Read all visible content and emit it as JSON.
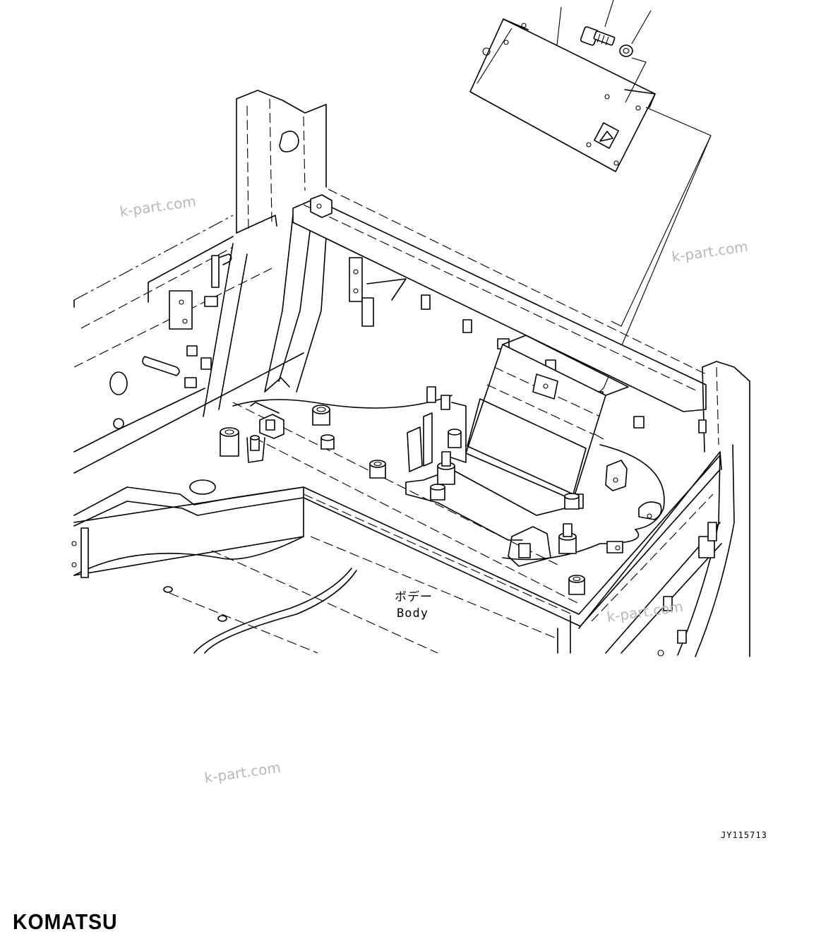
{
  "watermarks": [
    {
      "text": "k-part.com"
    },
    {
      "text": "k-part.com"
    },
    {
      "text": "k-part.com"
    },
    {
      "text": "k-part.com"
    }
  ],
  "labels": {
    "body_jp": "ボデー",
    "body_en": "Body"
  },
  "drawing_code": "JY115713",
  "brand": "KOMATSU"
}
